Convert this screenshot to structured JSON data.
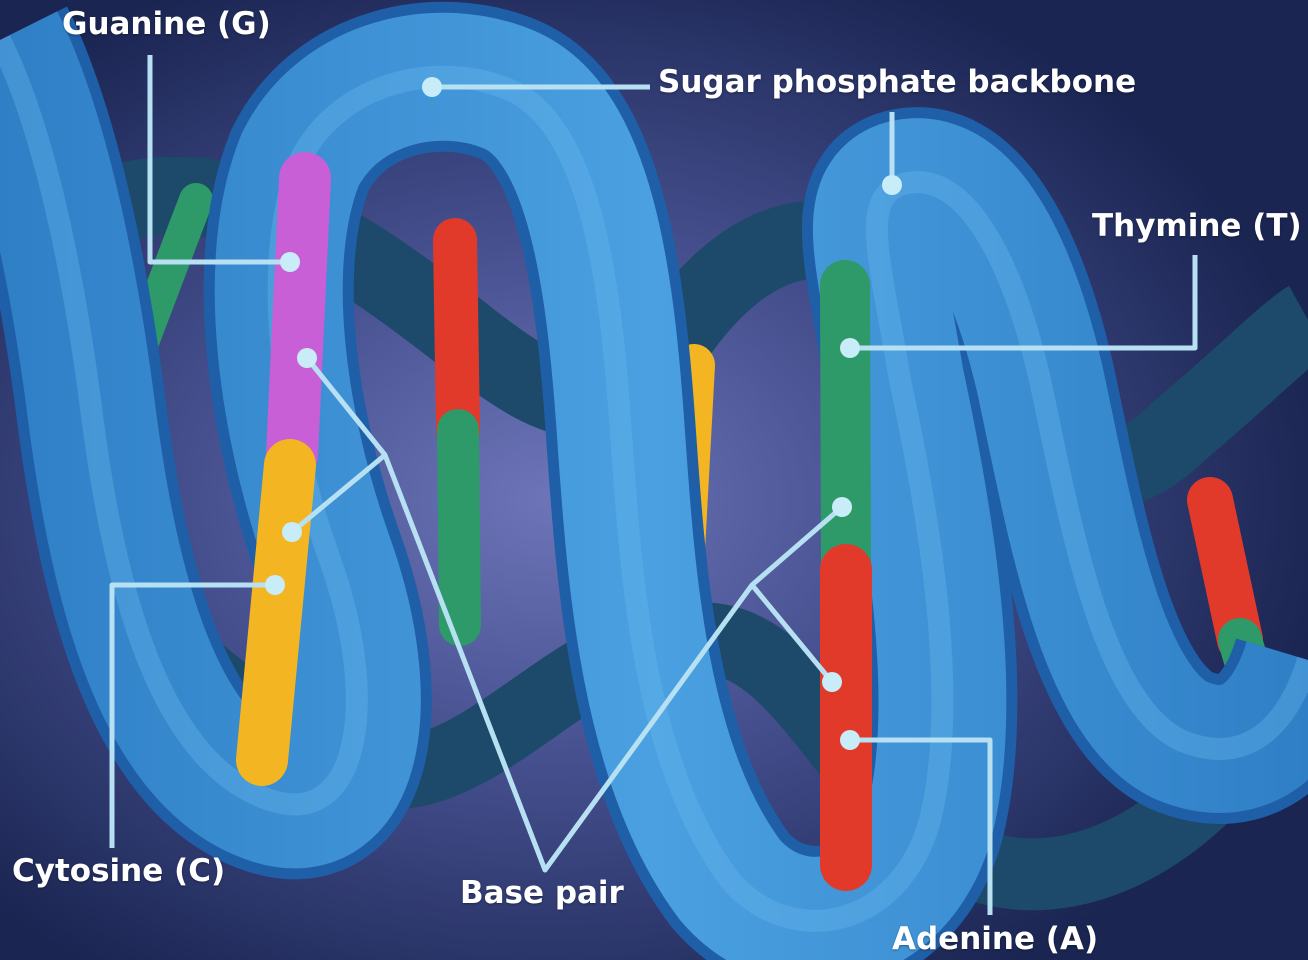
{
  "labels": {
    "guanine": "Guanine (G)",
    "sugar_phosphate_backbone": "Sugar phosphate backbone",
    "thymine": "Thymine (T)",
    "cytosine": "Cytosine (C)",
    "base_pair": "Base pair",
    "adenine": "Adenine (A)"
  },
  "colors": {
    "background": "#1a2552",
    "glow": "#6d75b8",
    "backbone_front": "#3f93d6",
    "backbone_back": "#1d4a6a",
    "leader_line": "#b7e1f3",
    "guanine": "#c85fd6",
    "cytosine": "#f4b523",
    "thymine": "#2e9a6a",
    "adenine": "#e23a2a",
    "label_text": "#ffffff"
  }
}
